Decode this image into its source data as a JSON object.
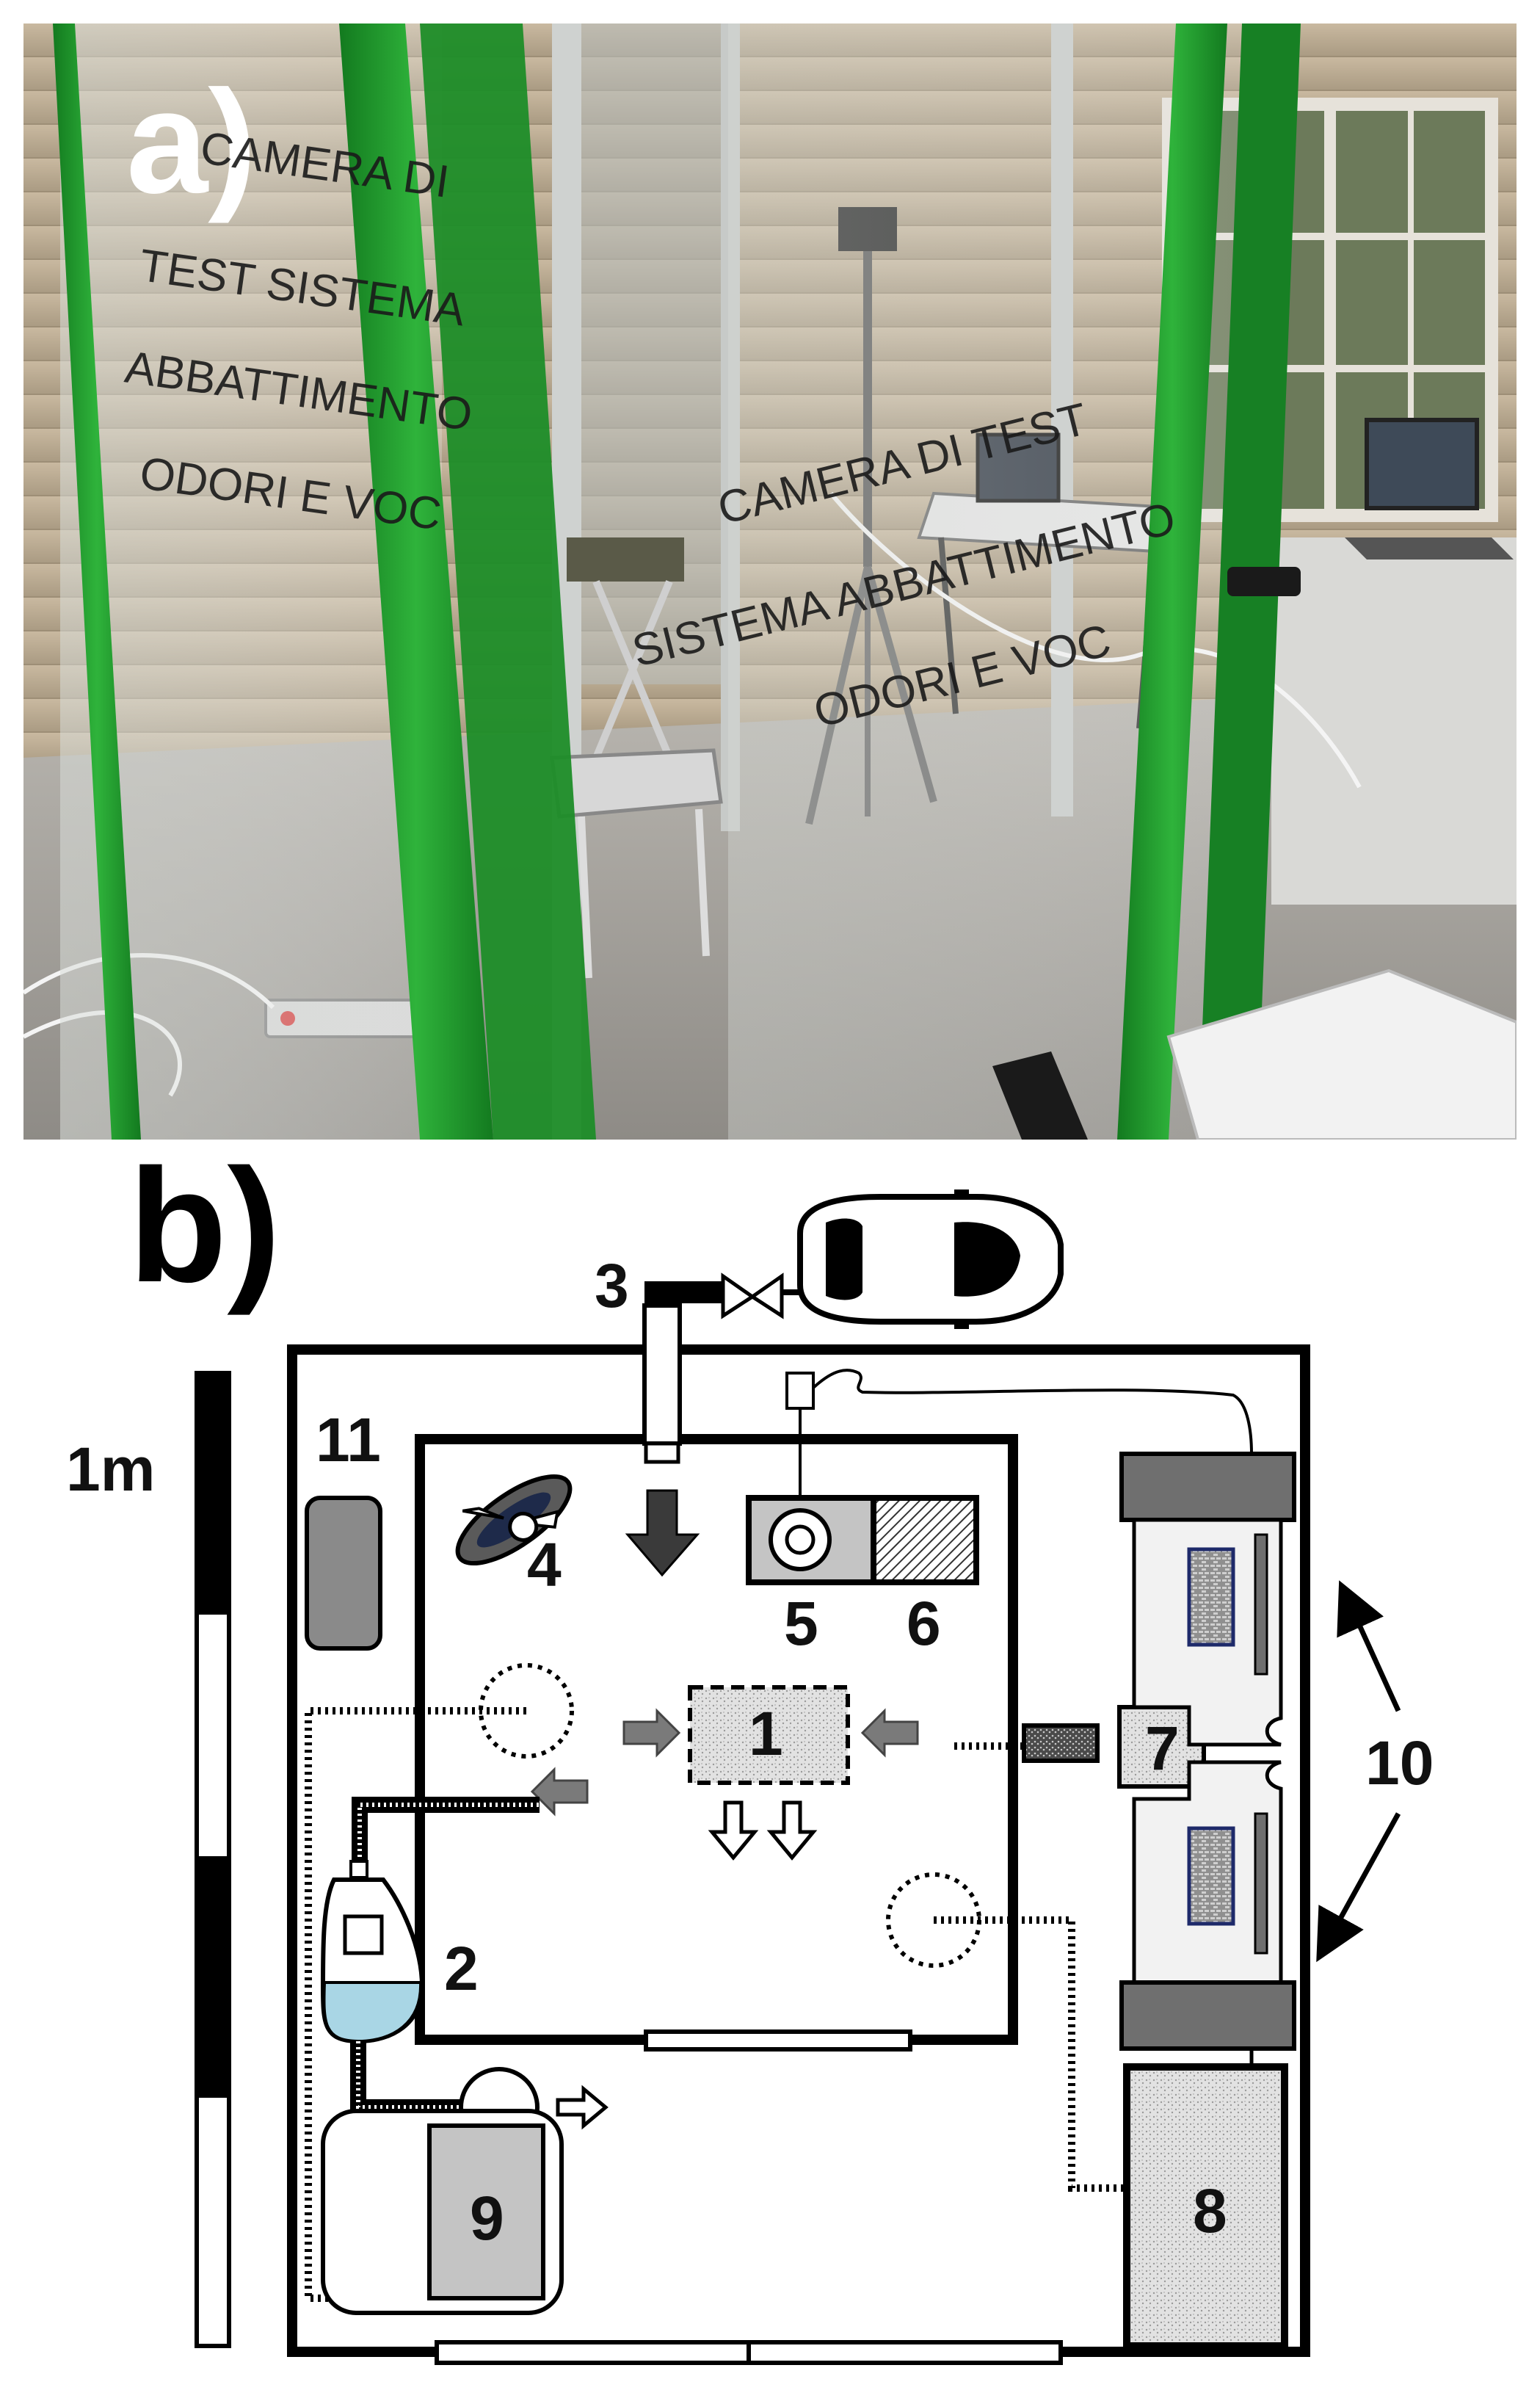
{
  "panel_a": {
    "label": "a)",
    "door_left_text": [
      "CAMERA DI",
      "TEST SISTEMA",
      "ABBATTIMENTO",
      "ODORI E VOC"
    ],
    "door_right_text": [
      "CAMERA DI TEST",
      "SISTEMA ABBATTIMENTO",
      "ODORI E VOC"
    ]
  },
  "panel_b": {
    "label": "b)",
    "scale_label": "1m",
    "component_numbers": [
      "1",
      "2",
      "3",
      "4",
      "5",
      "6",
      "7",
      "8",
      "9",
      "10",
      "11"
    ]
  },
  "colors": {
    "frame_green": "#1f9a2a",
    "water_blue": "#a9d6e5",
    "wall_black": "#000000",
    "box_grey": "#bfbfbf",
    "dark_grey": "#6f6f6f"
  }
}
